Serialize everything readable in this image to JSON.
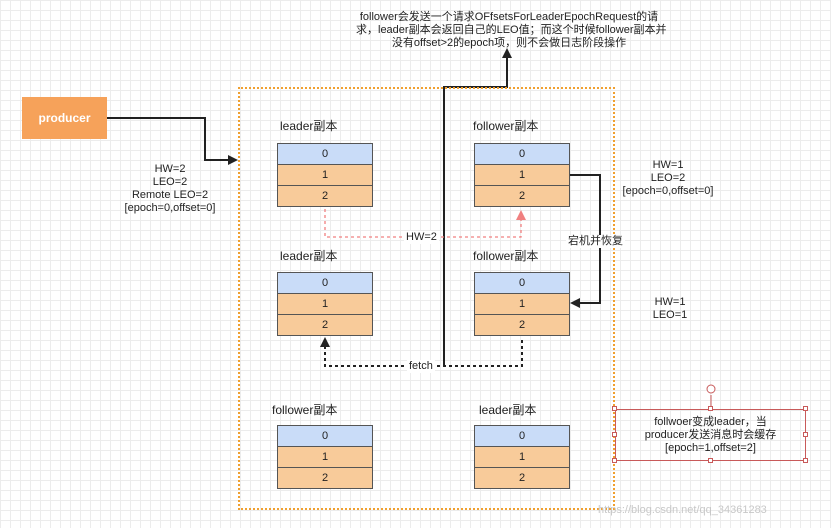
{
  "top_note": {
    "line1": "follower会发送一个请求OFfsetsForLeaderEpochRequest的请",
    "line2": "求，leader副本会返回自己的LEO值；而这个时候follower副本并",
    "line3": "没有offset>2的epoch项，则不会做日志阶段操作"
  },
  "producer": {
    "label": "producer"
  },
  "producer_state": {
    "hw": "HW=2",
    "leo": "LEO=2",
    "remote_leo": "Remote LEO=2",
    "epoch": "[epoch=0,offset=0]"
  },
  "row1": {
    "left_title": "leader副本",
    "left_cells": [
      "0",
      "1",
      "2"
    ],
    "right_title": "follower副本",
    "right_cells": [
      "0",
      "1",
      "2"
    ],
    "hw_label": "HW=2"
  },
  "right_state1": {
    "hw": "HW=1",
    "leo": "LEO=2",
    "epoch": "[epoch=0,offset=0]"
  },
  "crash_label": "宕机并恢复",
  "row2": {
    "left_title": "leader副本",
    "left_cells": [
      "0",
      "1",
      "2"
    ],
    "right_title": "follower副本",
    "right_cells": [
      "0",
      "1",
      "2"
    ],
    "fetch_label": "fetch"
  },
  "right_state2": {
    "hw": "HW=1",
    "leo": "LEO=1"
  },
  "row3": {
    "left_title": "follower副本",
    "left_cells": [
      "0",
      "1",
      "2"
    ],
    "right_title": "leader副本",
    "right_cells": [
      "0",
      "1",
      "2"
    ]
  },
  "bottom_note": {
    "line1": "follwoer变成leader，当",
    "line2": "producer发送消息时会缓存",
    "line3": "[epoch=1,offset=2]"
  },
  "watermark": "https://blog.csdn.net/qq_34361283",
  "colors": {
    "producer_fill": "#f6a25a",
    "frame_border": "#f0a030",
    "cell_blue": "#c9dcf8",
    "cell_orange": "#f8cb9a",
    "cross": "#e05050",
    "dotted_red": "#f08080"
  }
}
